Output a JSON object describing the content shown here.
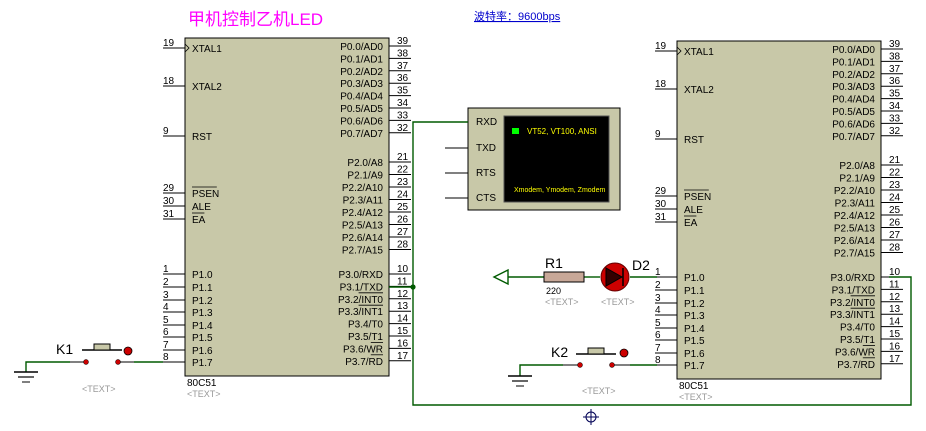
{
  "title": "甲机控制乙机LED",
  "baud_rate": "波特率：9600bps",
  "text_placeholder": "<TEXT>",
  "chip_left": {
    "part": "80C51",
    "left_pins": [
      {
        "num": "19",
        "label": "XTAL1"
      },
      {
        "num": "18",
        "label": "XTAL2"
      },
      {
        "num": "9",
        "label": "RST"
      },
      {
        "num": "29",
        "label": "PSEN",
        "overline": true
      },
      {
        "num": "30",
        "label": "ALE"
      },
      {
        "num": "31",
        "label": "EA",
        "overline": true
      },
      {
        "num": "1",
        "label": "P1.0"
      },
      {
        "num": "2",
        "label": "P1.1"
      },
      {
        "num": "3",
        "label": "P1.2"
      },
      {
        "num": "4",
        "label": "P1.3"
      },
      {
        "num": "5",
        "label": "P1.4"
      },
      {
        "num": "6",
        "label": "P1.5"
      },
      {
        "num": "7",
        "label": "P1.6"
      },
      {
        "num": "8",
        "label": "P1.7"
      }
    ],
    "right_pins": [
      {
        "num": "39",
        "label": "P0.0/AD0"
      },
      {
        "num": "38",
        "label": "P0.1/AD1"
      },
      {
        "num": "37",
        "label": "P0.2/AD2"
      },
      {
        "num": "36",
        "label": "P0.3/AD3"
      },
      {
        "num": "35",
        "label": "P0.4/AD4"
      },
      {
        "num": "34",
        "label": "P0.5/AD5"
      },
      {
        "num": "33",
        "label": "P0.6/AD6"
      },
      {
        "num": "32",
        "label": "P0.7/AD7"
      },
      {
        "num": "21",
        "label": "P2.0/A8"
      },
      {
        "num": "22",
        "label": "P2.1/A9"
      },
      {
        "num": "23",
        "label": "P2.2/A10"
      },
      {
        "num": "24",
        "label": "P2.3/A11"
      },
      {
        "num": "25",
        "label": "P2.4/A12"
      },
      {
        "num": "26",
        "label": "P2.5/A13"
      },
      {
        "num": "27",
        "label": "P2.6/A14"
      },
      {
        "num": "28",
        "label": "P2.7/A15"
      },
      {
        "num": "10",
        "label": "P3.0/RXD"
      },
      {
        "num": "11",
        "label": "P3.1/TXD"
      },
      {
        "num": "12",
        "label": "P3.2/INT0"
      },
      {
        "num": "13",
        "label": "P3.3/INT1"
      },
      {
        "num": "14",
        "label": "P3.4/T0"
      },
      {
        "num": "15",
        "label": "P3.5/T1"
      },
      {
        "num": "16",
        "label": "P3.6/WR"
      },
      {
        "num": "17",
        "label": "P3.7/RD"
      }
    ]
  },
  "chip_right": {
    "part": "80C51",
    "left_pins": [
      {
        "num": "19",
        "label": "XTAL1"
      },
      {
        "num": "18",
        "label": "XTAL2"
      },
      {
        "num": "9",
        "label": "RST"
      },
      {
        "num": "29",
        "label": "PSEN",
        "overline": true
      },
      {
        "num": "30",
        "label": "ALE"
      },
      {
        "num": "31",
        "label": "EA",
        "overline": true
      },
      {
        "num": "1",
        "label": "P1.0"
      },
      {
        "num": "2",
        "label": "P1.1"
      },
      {
        "num": "3",
        "label": "P1.2"
      },
      {
        "num": "4",
        "label": "P1.3"
      },
      {
        "num": "5",
        "label": "P1.4"
      },
      {
        "num": "6",
        "label": "P1.5"
      },
      {
        "num": "7",
        "label": "P1.6"
      },
      {
        "num": "8",
        "label": "P1.7"
      }
    ],
    "right_pins": [
      {
        "num": "39",
        "label": "P0.0/AD0"
      },
      {
        "num": "38",
        "label": "P0.1/AD1"
      },
      {
        "num": "37",
        "label": "P0.2/AD2"
      },
      {
        "num": "36",
        "label": "P0.3/AD3"
      },
      {
        "num": "35",
        "label": "P0.4/AD4"
      },
      {
        "num": "34",
        "label": "P0.5/AD5"
      },
      {
        "num": "33",
        "label": "P0.6/AD6"
      },
      {
        "num": "32",
        "label": "P0.7/AD7"
      },
      {
        "num": "21",
        "label": "P2.0/A8"
      },
      {
        "num": "22",
        "label": "P2.1/A9"
      },
      {
        "num": "23",
        "label": "P2.2/A10"
      },
      {
        "num": "24",
        "label": "P2.3/A11"
      },
      {
        "num": "25",
        "label": "P2.4/A12"
      },
      {
        "num": "26",
        "label": "P2.5/A13"
      },
      {
        "num": "27",
        "label": "P2.6/A14"
      },
      {
        "num": "28",
        "label": "P2.7/A15"
      },
      {
        "num": "10",
        "label": "P3.0/RXD"
      },
      {
        "num": "11",
        "label": "P3.1/TXD"
      },
      {
        "num": "12",
        "label": "P3.2/INT0"
      },
      {
        "num": "13",
        "label": "P3.3/INT1"
      },
      {
        "num": "14",
        "label": "P3.4/T0"
      },
      {
        "num": "15",
        "label": "P3.5/T1"
      },
      {
        "num": "16",
        "label": "P3.6/WR"
      },
      {
        "num": "17",
        "label": "P3.7/RD"
      }
    ]
  },
  "terminal": {
    "ports": [
      "RXD",
      "TXD",
      "RTS",
      "CTS"
    ],
    "line1": "VT52, VT100, ANSI",
    "line2": "Xmodem, Ymodem, Zmodem",
    "indicator_color": "#00ff00",
    "screen_color": "#000000"
  },
  "k1": {
    "label": "K1"
  },
  "k2": {
    "label": "K2"
  },
  "r1": {
    "label": "R1",
    "value": "220"
  },
  "d2": {
    "label": "D2"
  },
  "colors": {
    "title": "#ff00ff",
    "baud": "#0000cc",
    "wire": "#005a00",
    "chip_body": "#c8c8a8",
    "resistor_body": "#c8a898",
    "led_red": "#cc0000"
  }
}
